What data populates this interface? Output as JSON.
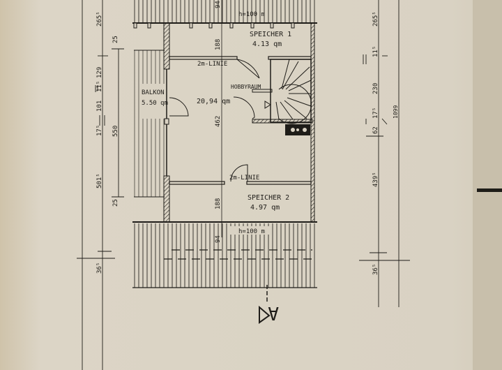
{
  "rooms": {
    "speicher1": {
      "name": "SPEICHER 1",
      "area": "4.13 qm"
    },
    "hobbyraum": {
      "name": "HOBBYRAUM",
      "area": "20,94 qm"
    },
    "balkon": {
      "name": "BALKON",
      "area": "5.50 qm"
    },
    "speicher2": {
      "name": "SPEICHER 2",
      "area": "4.97 qm"
    }
  },
  "labels": {
    "line_top": "2m-LINIE",
    "line_bottom": "2m-LINIE",
    "height_top": "h=100 m",
    "height_bottom": "h=100 m",
    "section_marker": "A"
  },
  "inner_dimensions": {
    "top_94": "94",
    "d188_top": "188",
    "d462": "462",
    "d188_bottom": "188",
    "bottom_94": "94"
  },
  "left_dimensions": [
    "265⁵",
    "25",
    "129",
    "11⁵",
    "101",
    "17⁵",
    "550",
    "501⁵",
    "25",
    "36⁵"
  ],
  "right_dimensions": [
    "265⁵",
    "11⁵",
    "230",
    "17⁵",
    "62",
    "439⁵",
    "1099",
    "36⁵"
  ]
}
